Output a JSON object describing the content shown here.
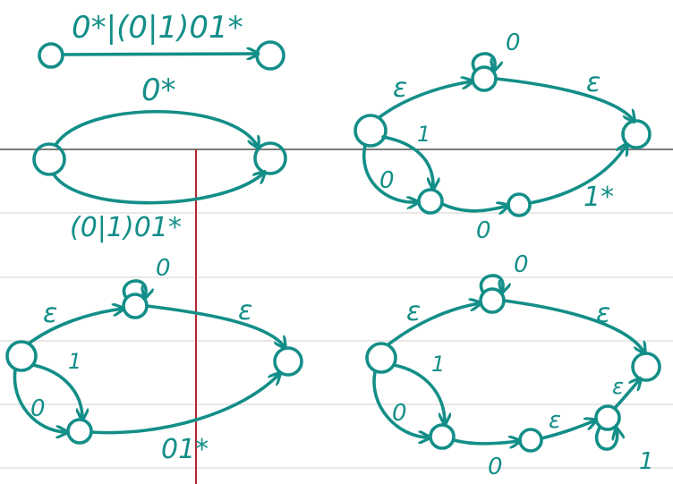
{
  "colors": {
    "ink": "#138e88",
    "margin_line": "#b3262e",
    "rule_line": "#d9d9d9"
  },
  "diagram_1": {
    "label": "0*|(0|1)01*"
  },
  "diagram_2": {
    "top_label": "0*",
    "bottom_label": "(0|1)01*"
  },
  "diagram_3": {
    "label_eps_left": "ε",
    "label_eps_right": "ε",
    "label_loop": "0",
    "label_1": "1",
    "label_0": "0",
    "label_0_bottom": "0",
    "label_1star": "1*"
  },
  "diagram_4": {
    "label_eps_left": "ε",
    "label_eps_right": "ε",
    "label_loop": "0",
    "label_1": "1",
    "label_0": "0",
    "label_01star": "01*"
  },
  "diagram_5": {
    "label_eps_left": "ε",
    "label_eps_right": "ε",
    "label_loop": "0",
    "label_1": "1",
    "label_0": "0",
    "label_0_bottom": "0",
    "label_eps_mid": "ε",
    "label_eps_up": "ε",
    "label_loop_right": "1"
  }
}
